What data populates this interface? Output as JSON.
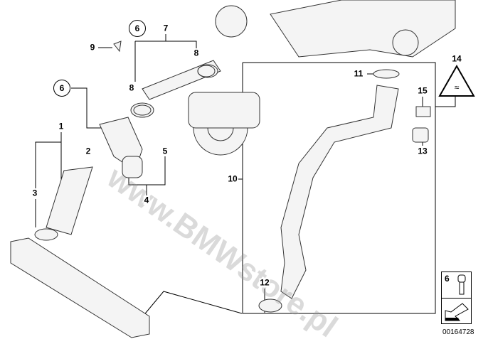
{
  "diagram": {
    "watermark": "www.BMWstore.pl",
    "callouts": [
      {
        "id": "6a",
        "label": "6",
        "circled": true
      },
      {
        "id": "7",
        "label": "7",
        "circled": false
      },
      {
        "id": "9",
        "label": "9",
        "circled": false
      },
      {
        "id": "8a",
        "label": "8",
        "circled": false
      },
      {
        "id": "8b",
        "label": "8",
        "circled": false
      },
      {
        "id": "6b",
        "label": "6",
        "circled": true
      },
      {
        "id": "1",
        "label": "1",
        "circled": false
      },
      {
        "id": "2",
        "label": "2",
        "circled": false
      },
      {
        "id": "3",
        "label": "3",
        "circled": false
      },
      {
        "id": "5",
        "label": "5",
        "circled": false
      },
      {
        "id": "4",
        "label": "4",
        "circled": false
      },
      {
        "id": "10",
        "label": "10",
        "circled": false
      },
      {
        "id": "11",
        "label": "11",
        "circled": false
      },
      {
        "id": "14",
        "label": "14",
        "circled": false
      },
      {
        "id": "15",
        "label": "15",
        "circled": false
      },
      {
        "id": "13",
        "label": "13",
        "circled": false
      },
      {
        "id": "12",
        "label": "12",
        "circled": false
      }
    ],
    "legend": {
      "part_number": "6"
    },
    "diagram_code": "00164728"
  }
}
